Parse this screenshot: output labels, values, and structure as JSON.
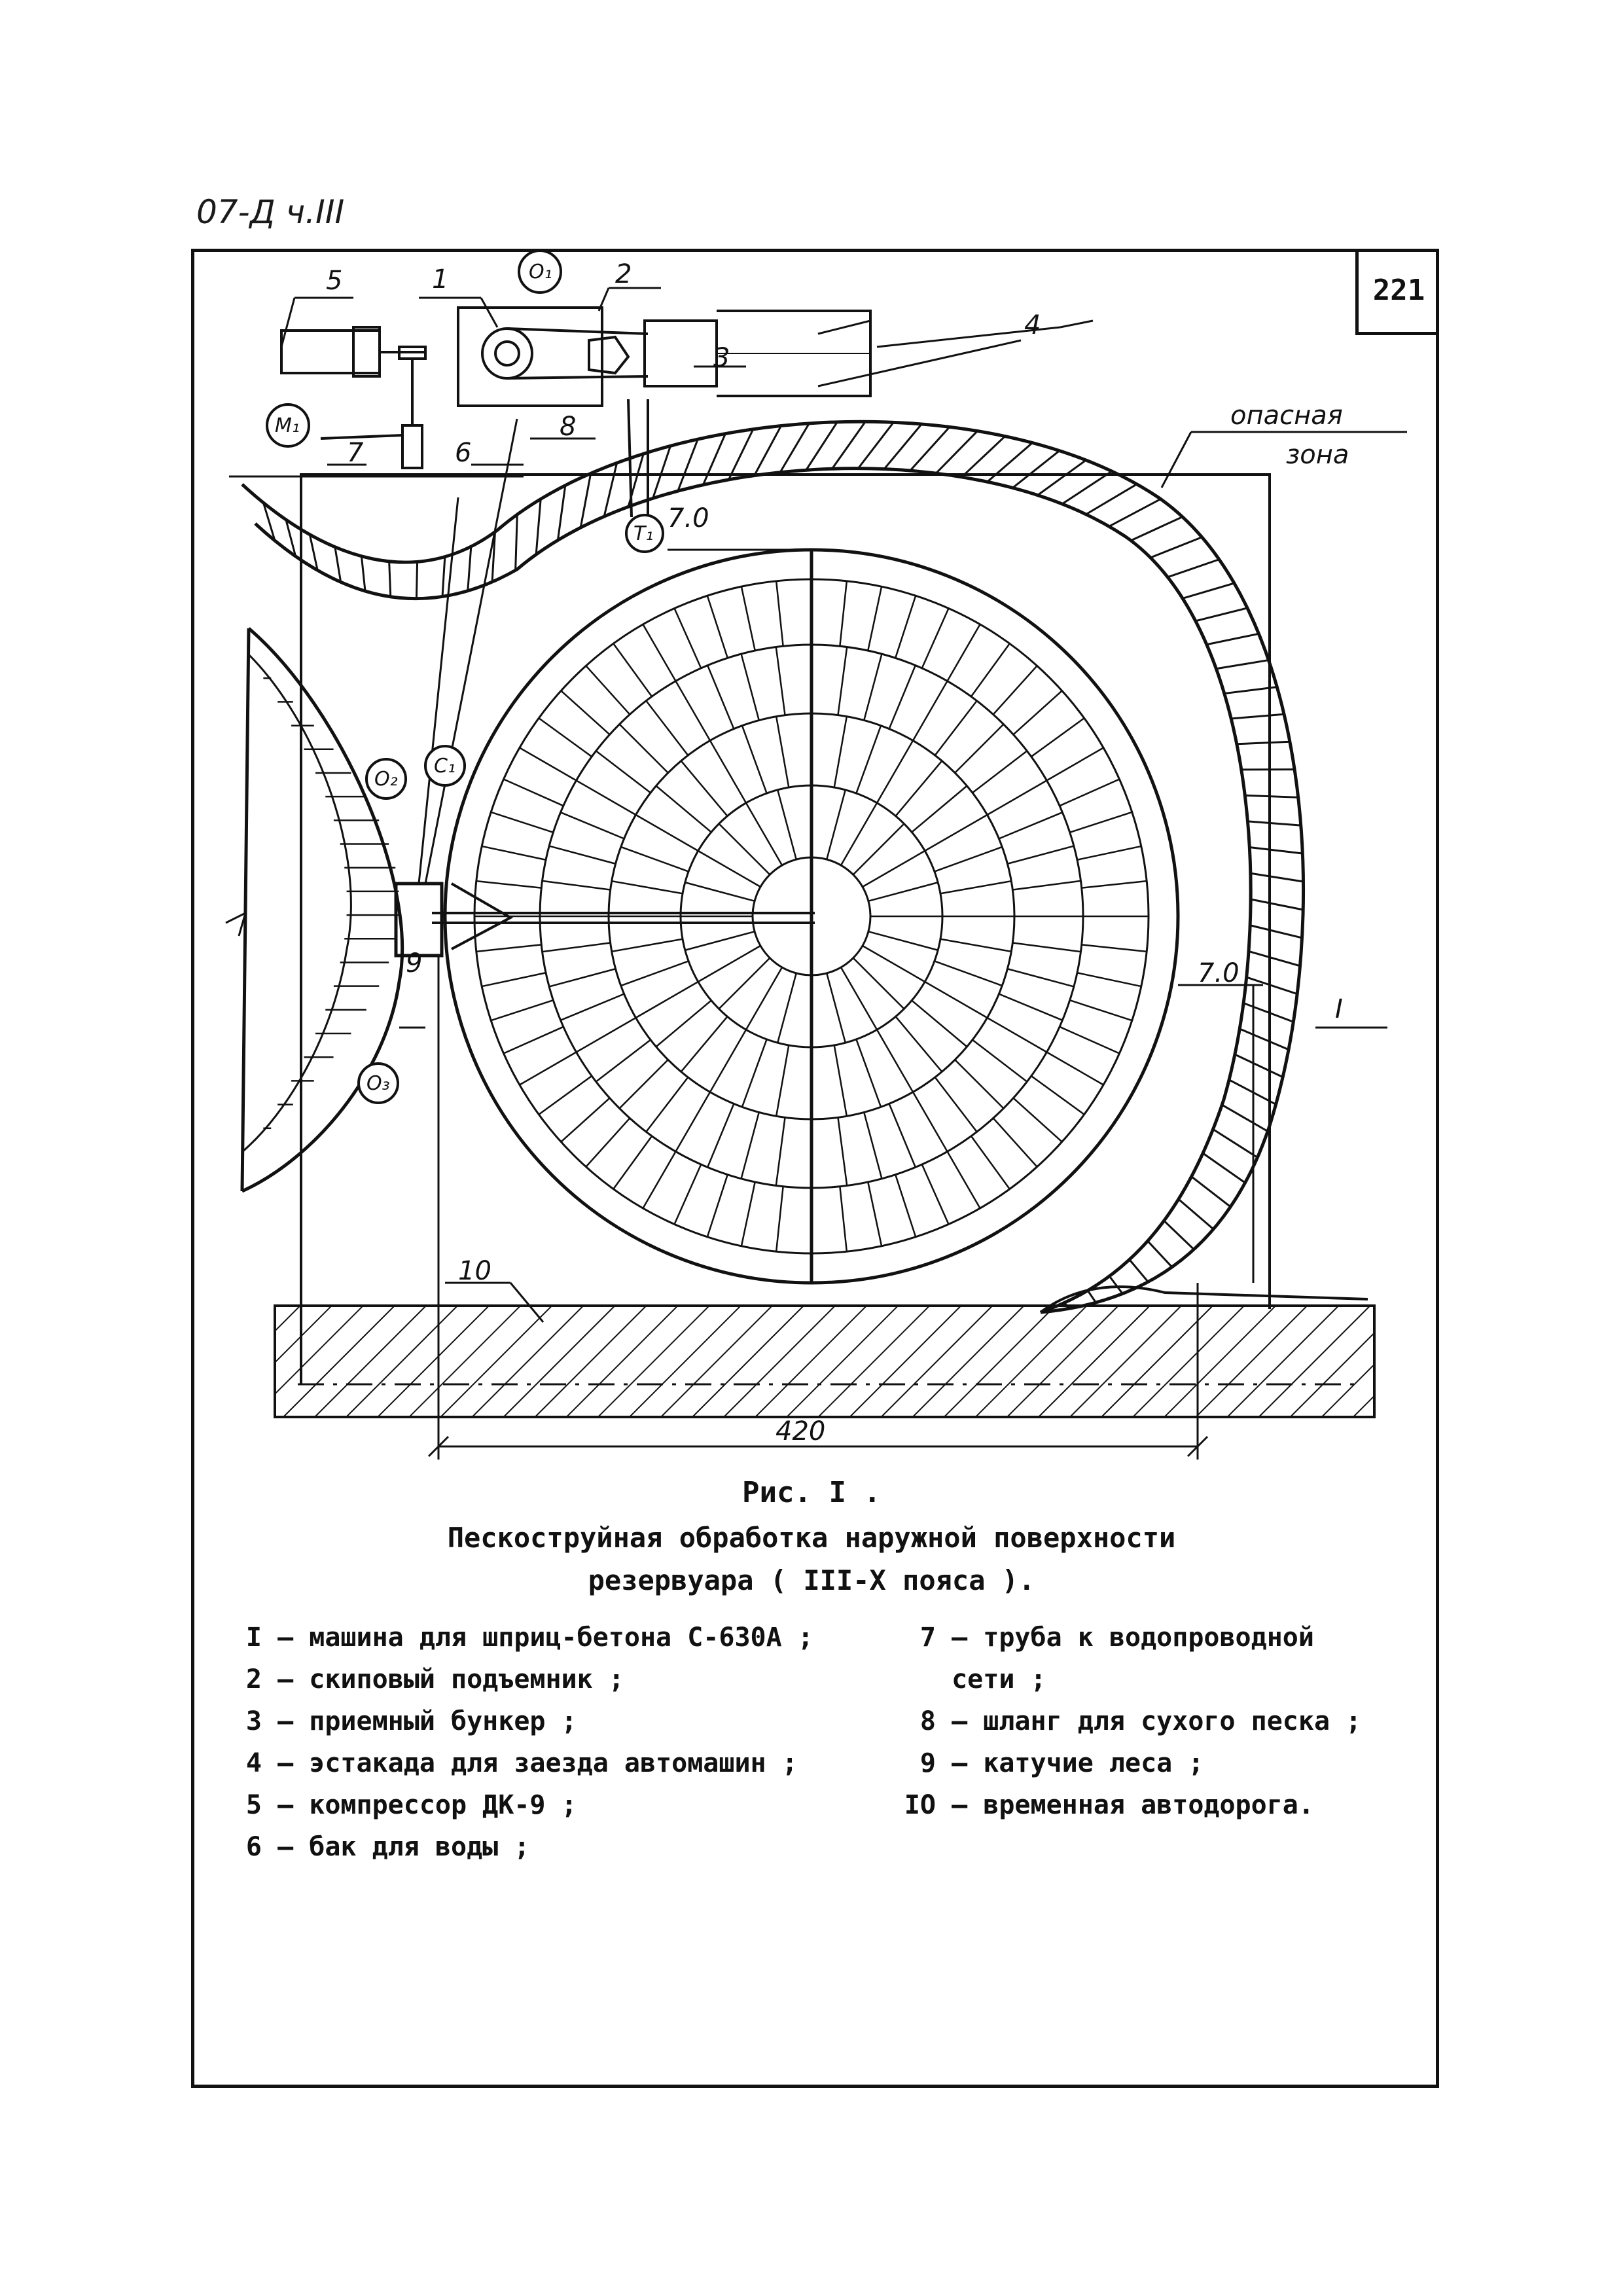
{
  "header": {
    "doc_code": "07-Д ч.III",
    "page_number": "221"
  },
  "figure": {
    "caption": "Рис. I .",
    "title_line1": "Пескоструйная обработка наружной поверхности",
    "title_line2": "резервуара ( III-X пояса )."
  },
  "drawing_labels": {
    "n1": "1",
    "n2": "2",
    "n3": "3",
    "n4": "4",
    "n5": "5",
    "n6": "6",
    "n7": "7",
    "n8": "8",
    "n9": "9",
    "n10": "10",
    "O1": "O₁",
    "O2": "O₂",
    "O3": "O₃",
    "M1": "M₁",
    "T1": "T₁",
    "C1": "C₁",
    "dim_70_top": "7.0",
    "dim_70_right": "7.0",
    "dim_420": "420",
    "section_left": "I",
    "section_right": "I",
    "danger_zone_1": "опасная",
    "danger_zone_2": "зона"
  },
  "legend": {
    "left": [
      {
        "num": "I",
        "text": "– машина для шприц-бетона С-630А ;"
      },
      {
        "num": "2",
        "text": "– скиповый подъемник ;"
      },
      {
        "num": "3",
        "text": "– приемный бункер ;"
      },
      {
        "num": "4",
        "text": "– эстакада для заезда автомашин ;"
      },
      {
        "num": "5",
        "text": "– компрессор ДК-9 ;"
      },
      {
        "num": "6",
        "text": "– бак для воды ;"
      }
    ],
    "right": [
      {
        "num": "7",
        "text": "– труба к водопроводной"
      },
      {
        "num": "",
        "text": "  сети ;"
      },
      {
        "num": "8",
        "text": "– шланг для сухого песка ;"
      },
      {
        "num": "9",
        "text": "– катучие леса ;"
      },
      {
        "num": "IO",
        "text": "– временная автодорога."
      }
    ]
  }
}
